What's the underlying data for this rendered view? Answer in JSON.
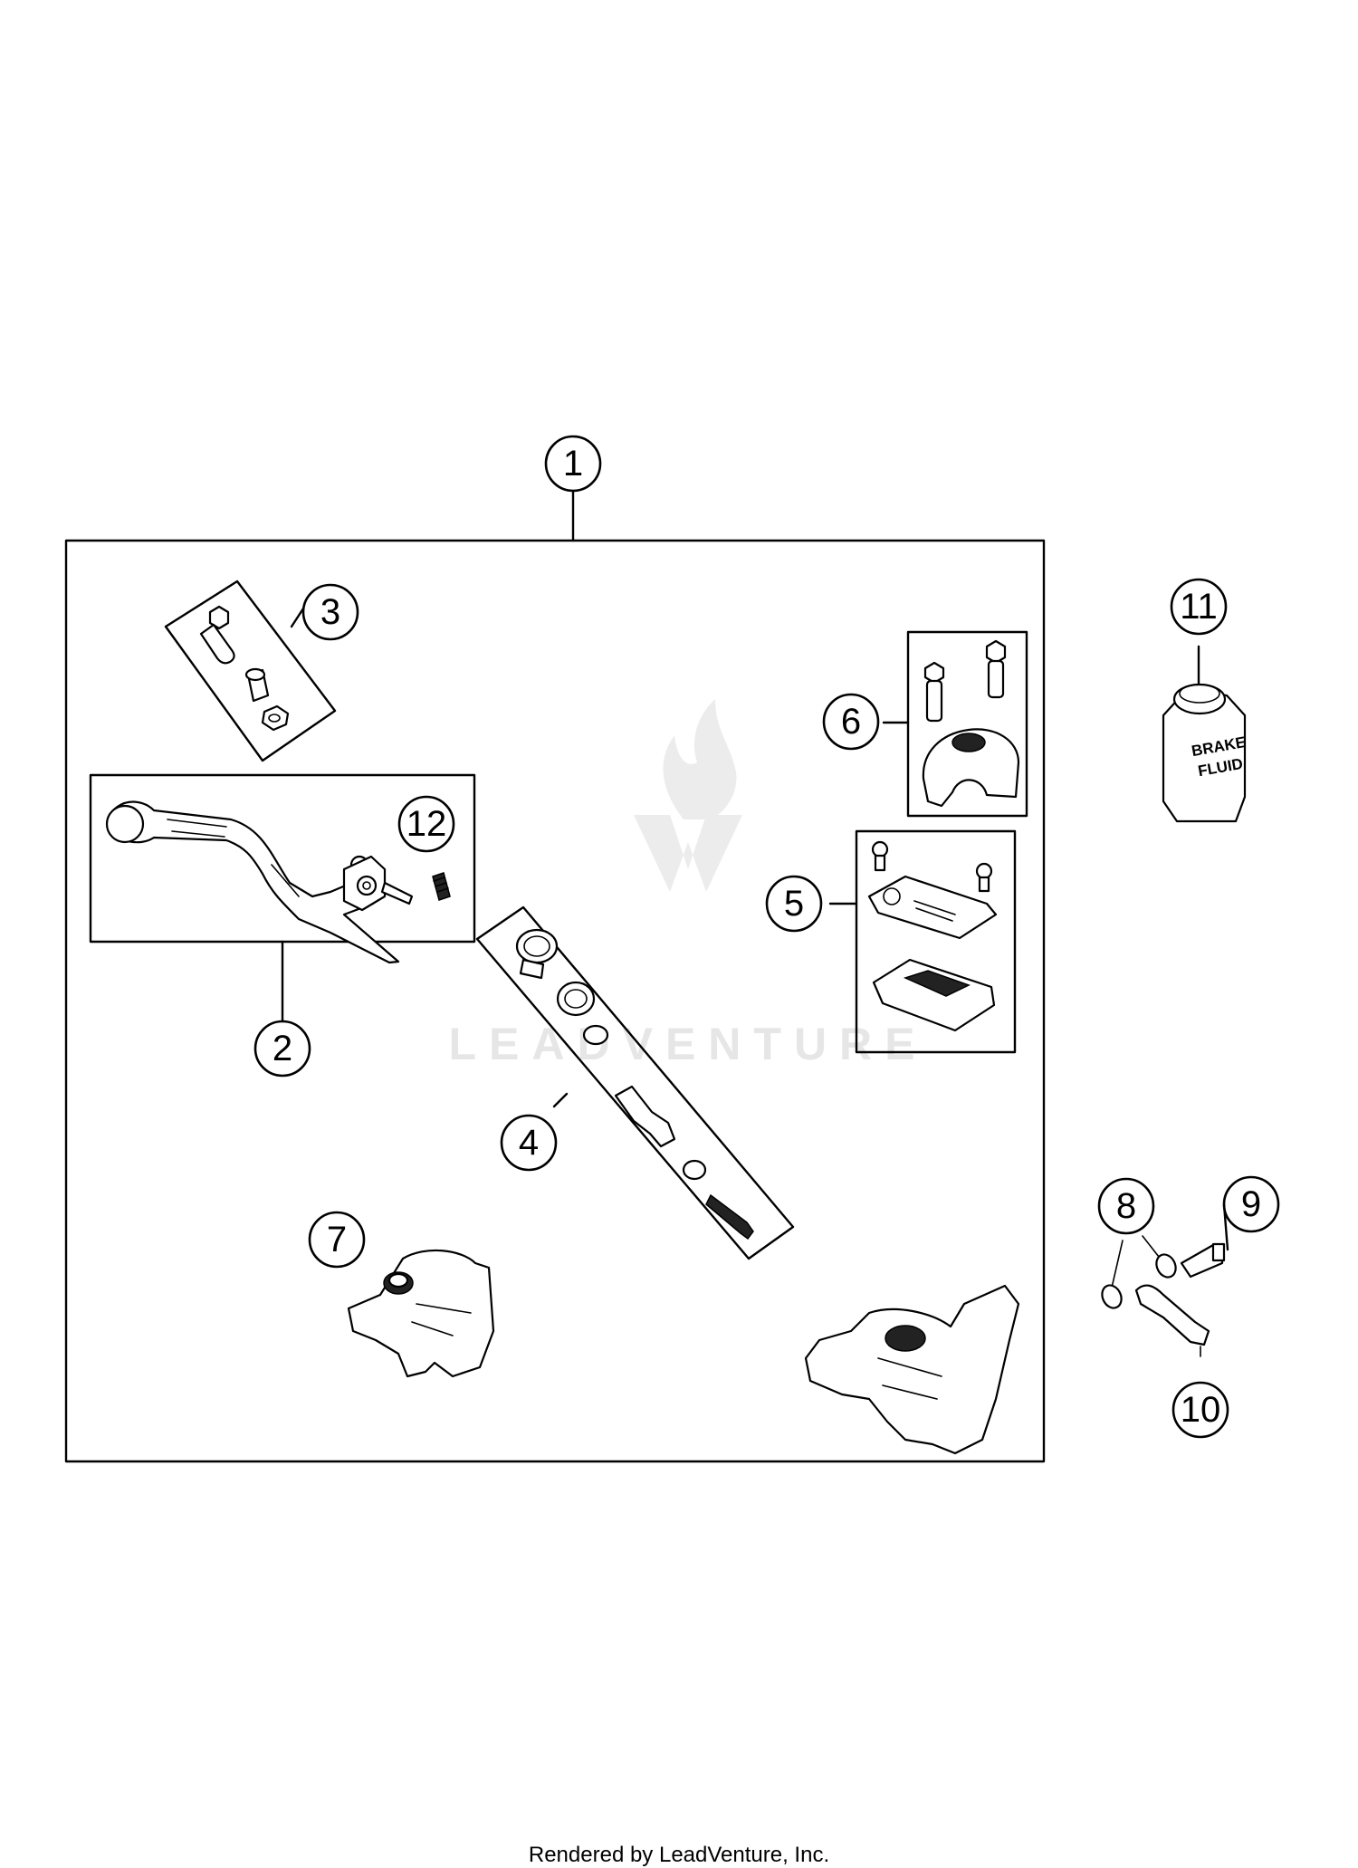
{
  "watermark": {
    "text": "LEADVENTURE"
  },
  "callouts": [
    {
      "id": "1",
      "label": "1"
    },
    {
      "id": "2",
      "label": "2"
    },
    {
      "id": "3",
      "label": "3"
    },
    {
      "id": "4",
      "label": "4"
    },
    {
      "id": "5",
      "label": "5"
    },
    {
      "id": "6",
      "label": "6"
    },
    {
      "id": "7",
      "label": "7"
    },
    {
      "id": "8",
      "label": "8"
    },
    {
      "id": "9",
      "label": "9"
    },
    {
      "id": "10",
      "label": "10"
    },
    {
      "id": "11",
      "label": "11"
    },
    {
      "id": "12",
      "label": "12"
    }
  ],
  "brake_fluid_can": {
    "line1": "BRAKE",
    "line2": "FLUID"
  },
  "footer": "Rendered by LeadVenture, Inc."
}
